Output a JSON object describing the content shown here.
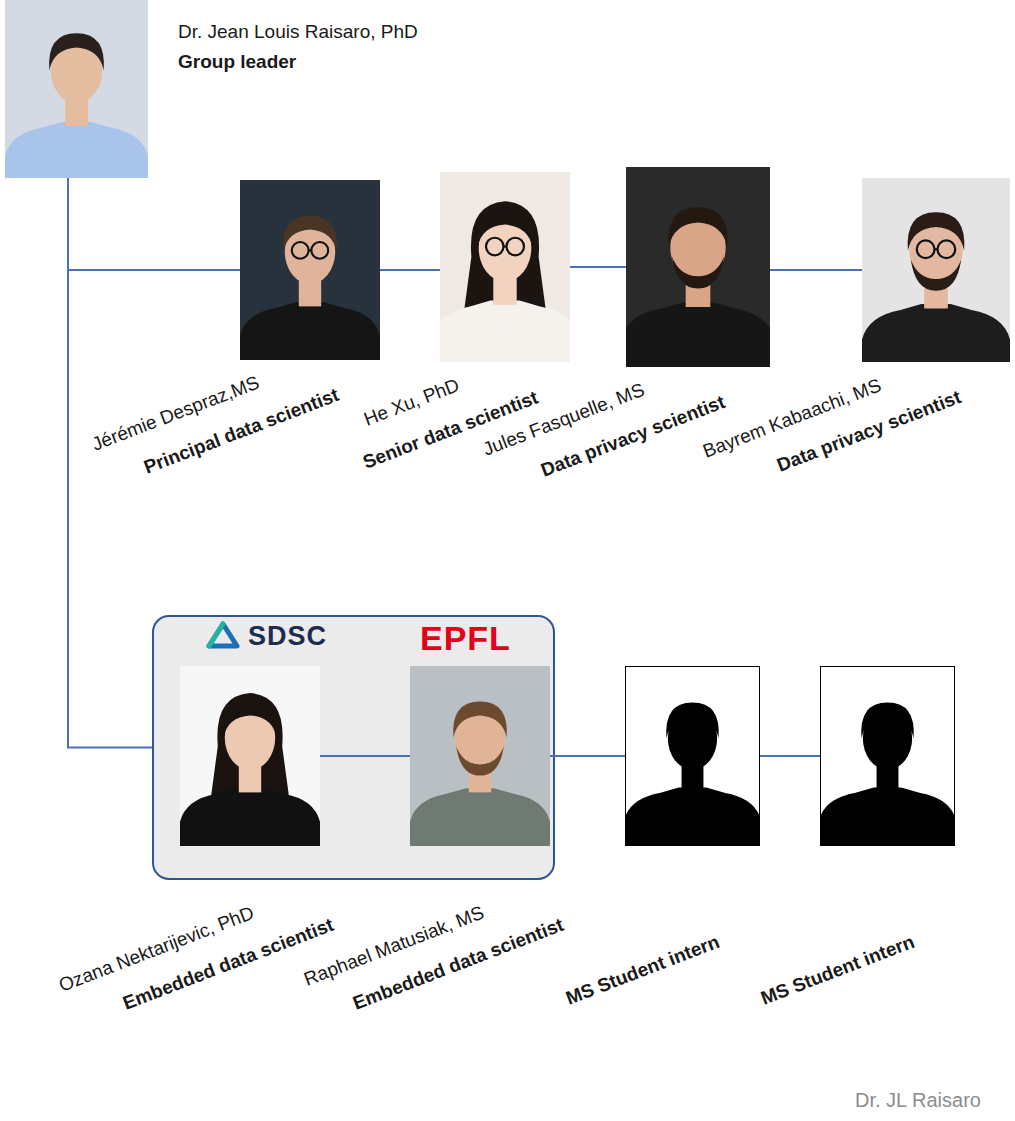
{
  "diagram": {
    "nodes": [
      {
        "text": [
          "Dr. Jean Louis Raisaro, PhD",
          "Group leader"
        ]
      },
      {
        "text": [
          "Jérémie Despraz,MS",
          "Principal data scientist"
        ]
      },
      {
        "text": [
          "He Xu, PhD",
          "Senior data scientist"
        ]
      },
      {
        "text": [
          "Jules Fasquelle, MS",
          "Data privacy scientist"
        ]
      },
      {
        "text": [
          "Bayrem Kabaachi, MS",
          "Data privacy scientist"
        ]
      },
      {
        "text": [
          "SDSC",
          "EPFL"
        ]
      },
      {
        "text": [
          "Ozana Nektarijevic, PhD",
          "Embedded data scientist"
        ],
        "in": 5
      },
      {
        "text": [
          "Raphael Matusiak, MS",
          "Embedded data scientist"
        ],
        "in": 5
      },
      {
        "text": [
          "MS Student intern"
        ]
      },
      {
        "text": [
          "MS Student intern"
        ]
      }
    ],
    "edges": [
      {
        "from": 0,
        "to": 1,
        "arrow": "none"
      },
      {
        "from": 1,
        "to": 2,
        "arrow": "none"
      },
      {
        "from": 2,
        "to": 3,
        "arrow": "none"
      },
      {
        "from": 3,
        "to": 4,
        "arrow": "none"
      },
      {
        "from": 0,
        "to": 5,
        "arrow": "none"
      },
      {
        "from": 6,
        "to": 7,
        "arrow": "none"
      },
      {
        "from": 7,
        "to": 8,
        "arrow": "none"
      },
      {
        "from": 8,
        "to": 9,
        "arrow": "none"
      }
    ],
    "labels": [
      "Dr. JL Raisaro"
    ]
  }
}
